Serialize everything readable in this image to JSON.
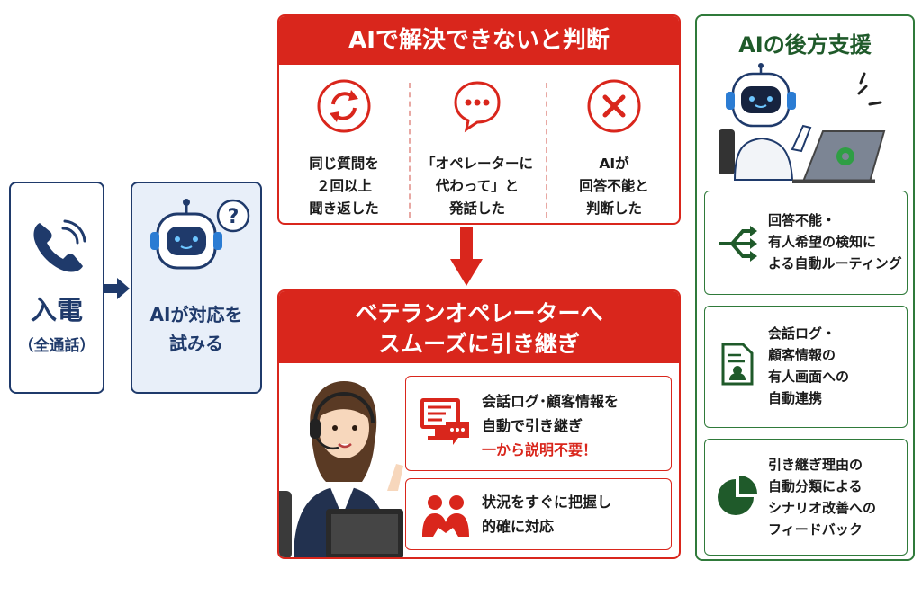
{
  "call": {
    "title": "入電",
    "subtitle": "（全通話）"
  },
  "ai_attempt": {
    "label": "AIが対応を\n試みる"
  },
  "judge": {
    "header": "AIで解決できないと判断",
    "conditions": [
      {
        "icon": "repeat-icon",
        "text": "同じ質問を\n２回以上\n聞き返した"
      },
      {
        "icon": "speech-bubble-icon",
        "text": "「オペレーターに\n代わって」と\n発話した"
      },
      {
        "icon": "cross-icon",
        "text": "AIが\n回答不能と\n判断した"
      }
    ]
  },
  "handover": {
    "header": "ベテランオペレーターへ\nスムーズに引き継ぎ",
    "card1": {
      "line1": "会話ログ･顧客情報を",
      "line2": "自動で引き継ぎ",
      "highlight": "一から説明不要！"
    },
    "card2": {
      "line1": "状況をすぐに把握し",
      "line2": "的確に対応"
    }
  },
  "support": {
    "title": "AIの後方支援",
    "items": [
      {
        "icon": "routing-icon",
        "text": "回答不能・\n有人希望の検知に\nよる自動ルーティング"
      },
      {
        "icon": "document-icon",
        "text": "会話ログ・\n顧客情報の\n有人画面への\n自動連携"
      },
      {
        "icon": "pie-chart-icon",
        "text": "引き継ぎ理由の\n自動分類による\nシナリオ改善への\nフィードバック"
      }
    ]
  },
  "colors": {
    "red": "#d9261c",
    "navy": "#1f3a6b",
    "green": "#2f7a3a"
  }
}
